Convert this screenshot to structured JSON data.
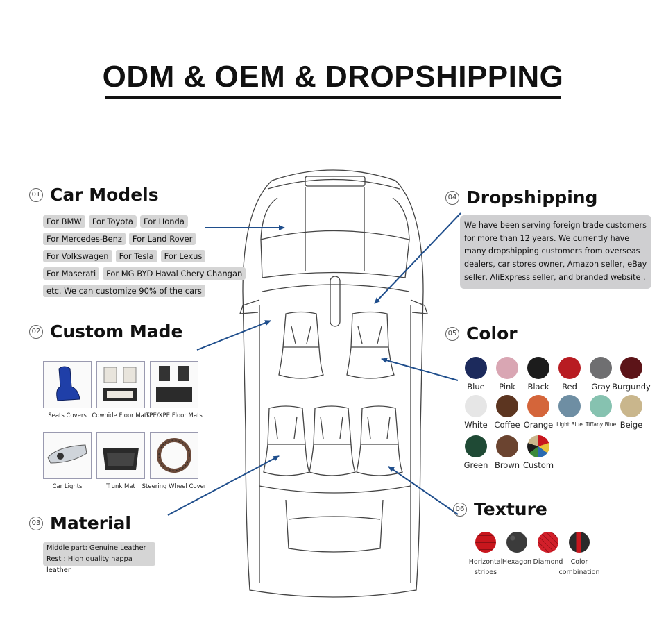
{
  "title": "ODM & OEM & DROPSHIPPING",
  "sections": {
    "car_models": {
      "number": "01",
      "title": "Car Models",
      "tag_rows": [
        [
          "For BMW",
          "For Toyota",
          "For Honda"
        ],
        [
          "For Mercedes-Benz",
          "For Land Rover"
        ],
        [
          "For Volkswagen",
          "For Tesla",
          "For Lexus"
        ],
        [
          "For Maserati",
          "For MG BYD Haval Chery Changan"
        ],
        [
          "etc. We can customize 90% of the cars"
        ]
      ]
    },
    "custom_made": {
      "number": "02",
      "title": "Custom Made",
      "products": [
        "Seats Covers",
        "Cowhide Floor Mats",
        "TPE/XPE Floor Mats",
        "Car Lights",
        "Trunk Mat",
        "Steering Wheel Cover"
      ]
    },
    "material": {
      "number": "03",
      "title": "Material",
      "line1": "Middle part: Genuine Leather",
      "line2": "Rest : High quality nappa leather"
    },
    "dropshipping": {
      "number": "04",
      "title": "Dropshipping",
      "text": "We  have been serving foreign trade customers for more than 12 years. We currently have many dropshipping customers from overseas dealers, car stores owner, Amazon seller, eBay seller, AliExpress seller, and branded website ."
    },
    "color": {
      "number": "05",
      "title": "Color",
      "swatches": [
        {
          "name": "Blue",
          "color": "#1c2a5c"
        },
        {
          "name": "Pink",
          "color": "#d9a6b3"
        },
        {
          "name": "Black",
          "color": "#1c1c1c"
        },
        {
          "name": "Red",
          "color": "#b81c22"
        },
        {
          "name": "Gray",
          "color": "#6f6f71"
        },
        {
          "name": "Burgundy",
          "color": "#5c1418"
        },
        {
          "name": "White",
          "color": "#e6e6e6"
        },
        {
          "name": "Coffee",
          "color": "#5c3520"
        },
        {
          "name": "Orange",
          "color": "#d4653a"
        },
        {
          "name": "Light Blue",
          "color": "#6e8ea3"
        },
        {
          "name": "Tiffany Blue",
          "color": "#86c2b0"
        },
        {
          "name": "Beige",
          "color": "#c9b68c"
        },
        {
          "name": "Green",
          "color": "#1f4a35"
        },
        {
          "name": "Brown",
          "color": "#6b4430"
        },
        {
          "name": "Custom",
          "color": "multi"
        }
      ]
    },
    "texture": {
      "number": "06",
      "title": "Texture",
      "items": [
        {
          "label": "Horizontal stripes",
          "color": "#c8161d"
        },
        {
          "label": "Hexagon",
          "color": "#3b3b3b"
        },
        {
          "label": "Diamond",
          "color": "#d21f2a"
        },
        {
          "label": "Color combination",
          "color": "#2a2a2a"
        }
      ]
    }
  }
}
